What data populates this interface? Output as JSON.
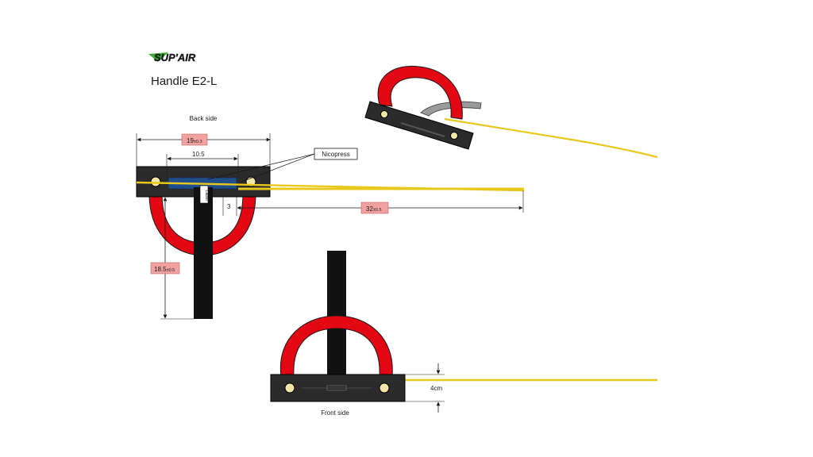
{
  "logo_text": "SUP'AIR",
  "title": "Handle E2-L",
  "back_side_label": "Back side",
  "front_side_label": "Front side",
  "nicopress_label": "Nicopress",
  "label_tag": "Label",
  "dimensions": {
    "overall_width": {
      "value": "19",
      "tolerance": "±0.3"
    },
    "hole_spacing": {
      "value": "10.5"
    },
    "gap": {
      "value": "3"
    },
    "cable_length": {
      "value": "32",
      "tolerance": "±0.5"
    },
    "loop_height": {
      "value": "18.5",
      "tolerance": "±0.5"
    },
    "front_offset": {
      "value": "4cm"
    }
  },
  "colors": {
    "strap": "#e30613",
    "plate": "#2b2b2b",
    "cable": "#e8c81c",
    "nicopress": "#1f4f8a",
    "dim_box": "#f2a1a1",
    "logo_green": "#3aa935"
  }
}
